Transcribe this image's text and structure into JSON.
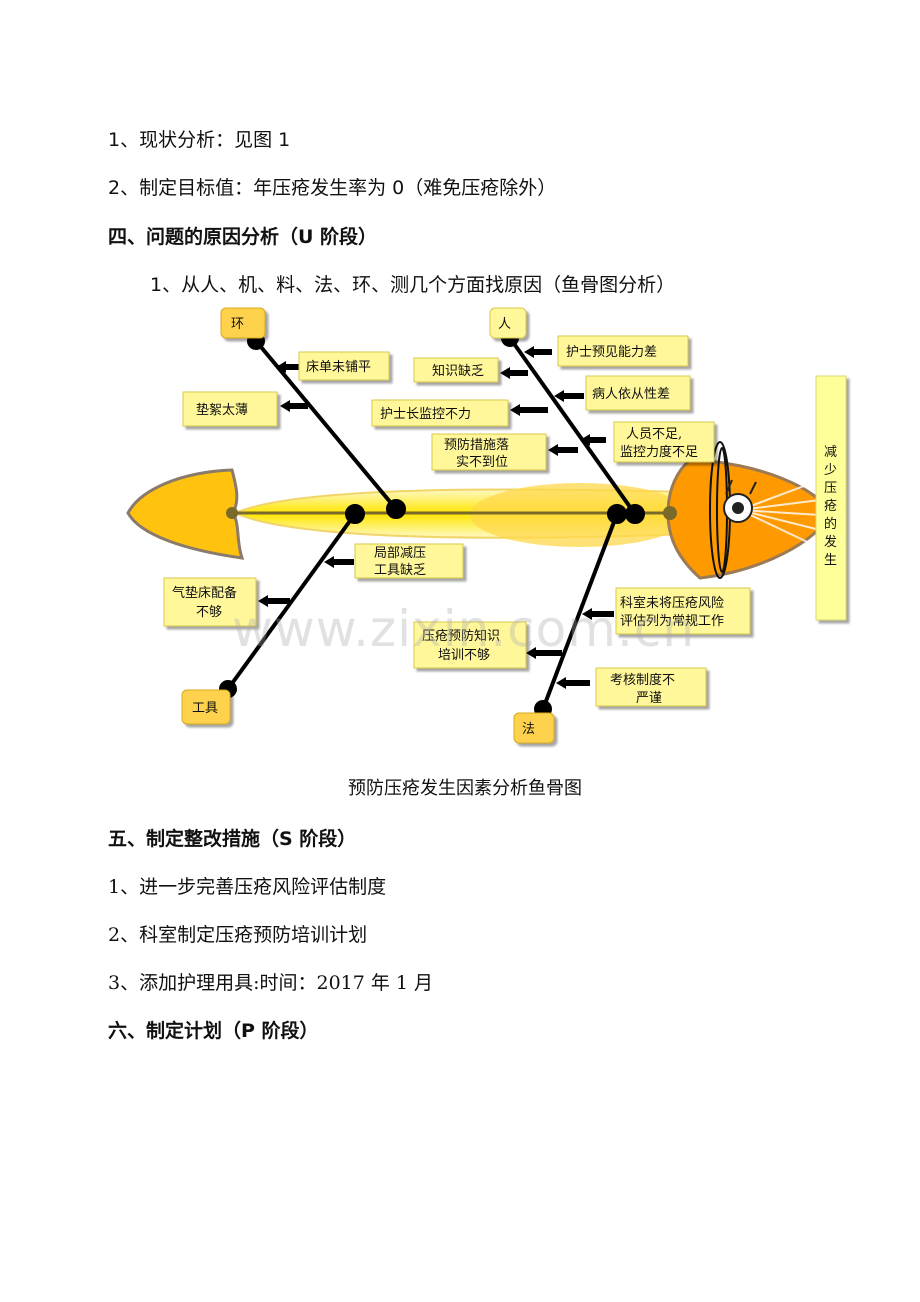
{
  "lines": {
    "l1": "1、现状分析：见图 1",
    "l2": "2、制定目标值：年压疮发生率为 0（难免压疮除外）",
    "h4": "四、问题的原因分析（U 阶段）",
    "l3": "1、从人、机、料、法、环、测几个方面找原因（鱼骨图分析）"
  },
  "diagram": {
    "head_label": [
      "减",
      "少",
      "压",
      "疮",
      "的",
      "发",
      "生"
    ],
    "categories": {
      "env": "环",
      "people": "人",
      "tools": "工具",
      "method": "法"
    },
    "causes": {
      "c1": "床单未铺平",
      "c2": "垫絮太薄",
      "c3": "知识缺乏",
      "c4": "护士预见能力差",
      "c5": "病人依从性差",
      "c6": "护士长监控不力",
      "c7a": "预防措施落",
      "c7b": "实不到位",
      "c8a": "人员不足,",
      "c8b": "监控力度不足",
      "c9a": "局部减压",
      "c9b": "工具缺乏",
      "c10a": "气垫床配备",
      "c10b": "不够",
      "c11a": "科室未将压疮风险",
      "c11b": "评估列为常规工作",
      "c12a": "压疮预防知识",
      "c12b": "培训不够",
      "c13a": "考核制度不",
      "c13b": "严谨"
    },
    "watermark": "www.zixin.com.cn",
    "colors": {
      "tail": "#FFC20E",
      "head": "#FF9900",
      "box": "#FFF79A",
      "side": "#FFFF99",
      "cat": "#FFD24D"
    }
  },
  "caption": "预防压疮发生因素分析鱼骨图",
  "sections": {
    "h5": "五、制定整改措施（S 阶段）",
    "s1": "1、进一步完善压疮风险评估制度",
    "s2": "2、科室制定压疮预防培训计划",
    "s3": "3、添加护理用具:时间：2017 年 1 月",
    "h6": "六、制定计划（P 阶段）"
  }
}
